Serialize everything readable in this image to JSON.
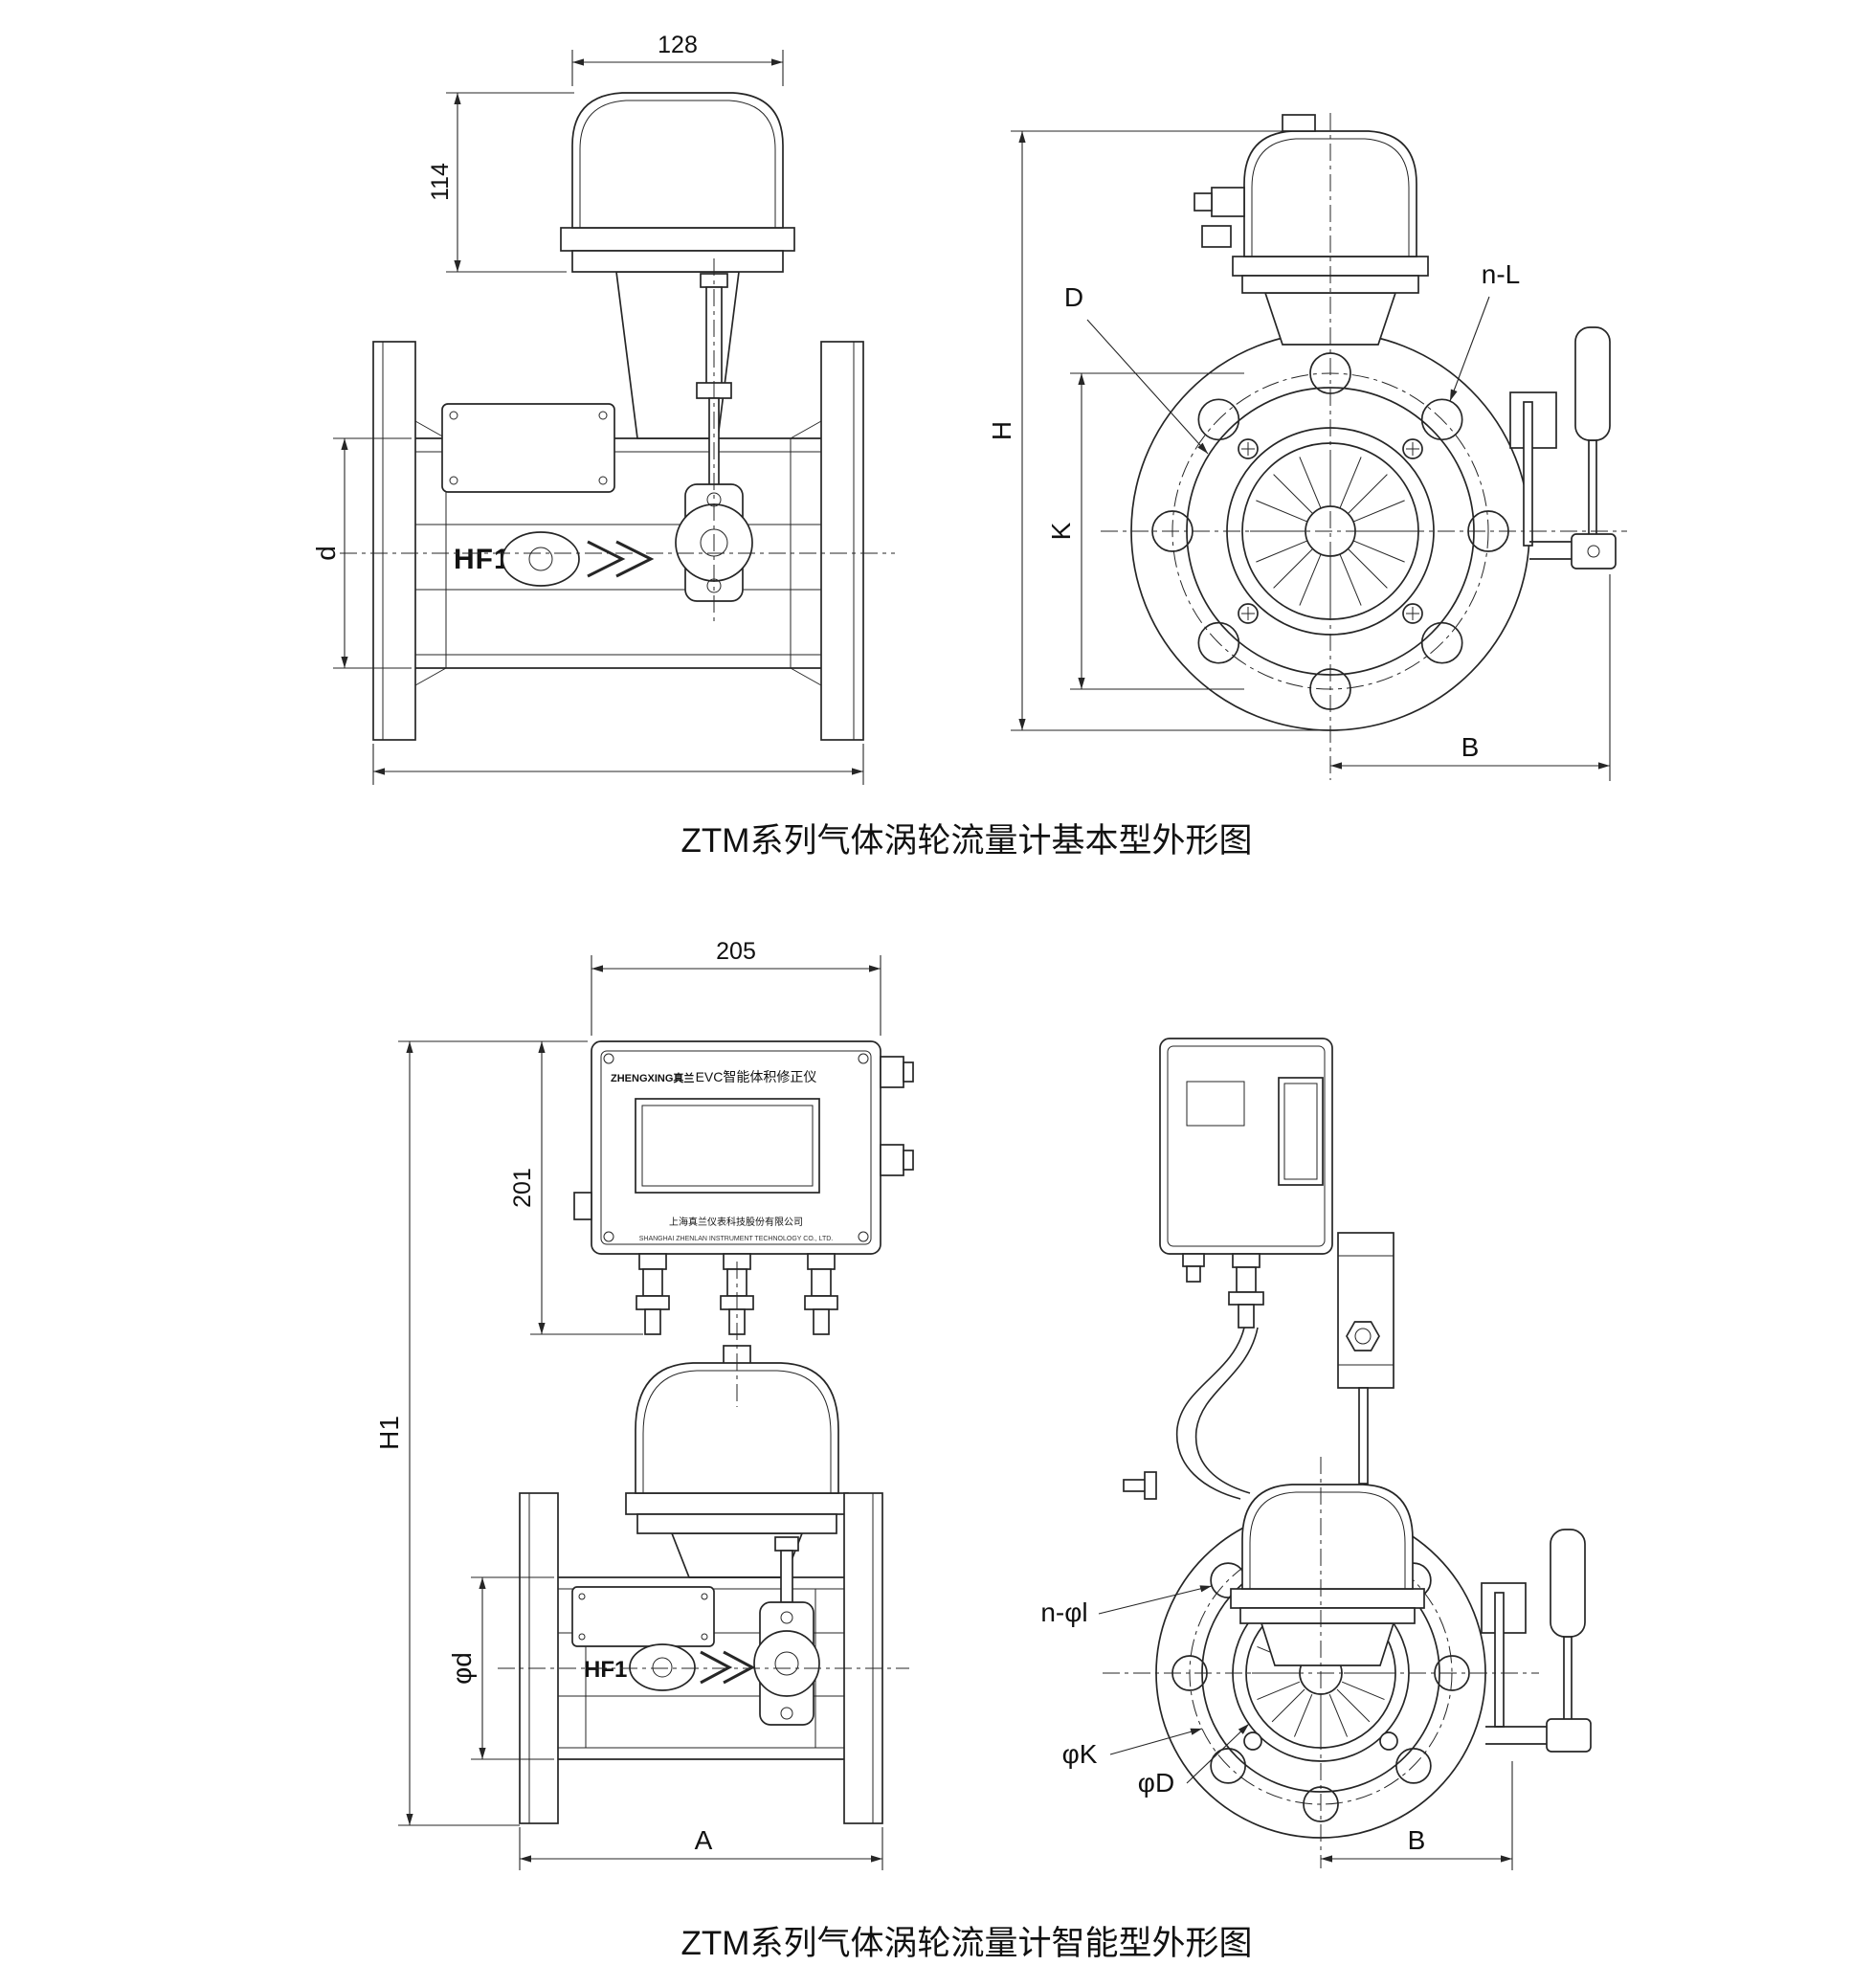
{
  "fig_basic": {
    "caption": "ZTM系列气体涡轮流量计基本型外形图",
    "side_view": {
      "dim_head_width": "128",
      "dim_head_height": "114",
      "dim_bore": "d",
      "body_label": "HF1"
    },
    "front_view": {
      "dim_overall_height": "H",
      "dim_bolt_circle": "K",
      "dim_diameter": "D",
      "dim_bolt_holes": "n-L",
      "dim_center_to_handle": "B"
    }
  },
  "fig_smart": {
    "caption": "ZTM系列气体涡轮流量计智能型外形图",
    "side_view": {
      "dim_evc_width": "205",
      "dim_evc_height": "201",
      "dim_overall_height": "H1",
      "dim_bore": "φd",
      "dim_flange_length": "A",
      "body_label": "HF1",
      "evc_panel": {
        "brand": "ZHENGXING真兰",
        "title": "EVC智能体积修正仪",
        "footer_cn": "上海真兰仪表科技股份有限公司",
        "footer_en": "SHANGHAI ZHENLAN INSTRUMENT TECHNOLOGY CO., LTD."
      }
    },
    "front_view": {
      "dim_bolt_holes": "n-φl",
      "dim_bolt_circle": "φK",
      "dim_diameter": "φD",
      "dim_center_to_handle": "B"
    }
  }
}
